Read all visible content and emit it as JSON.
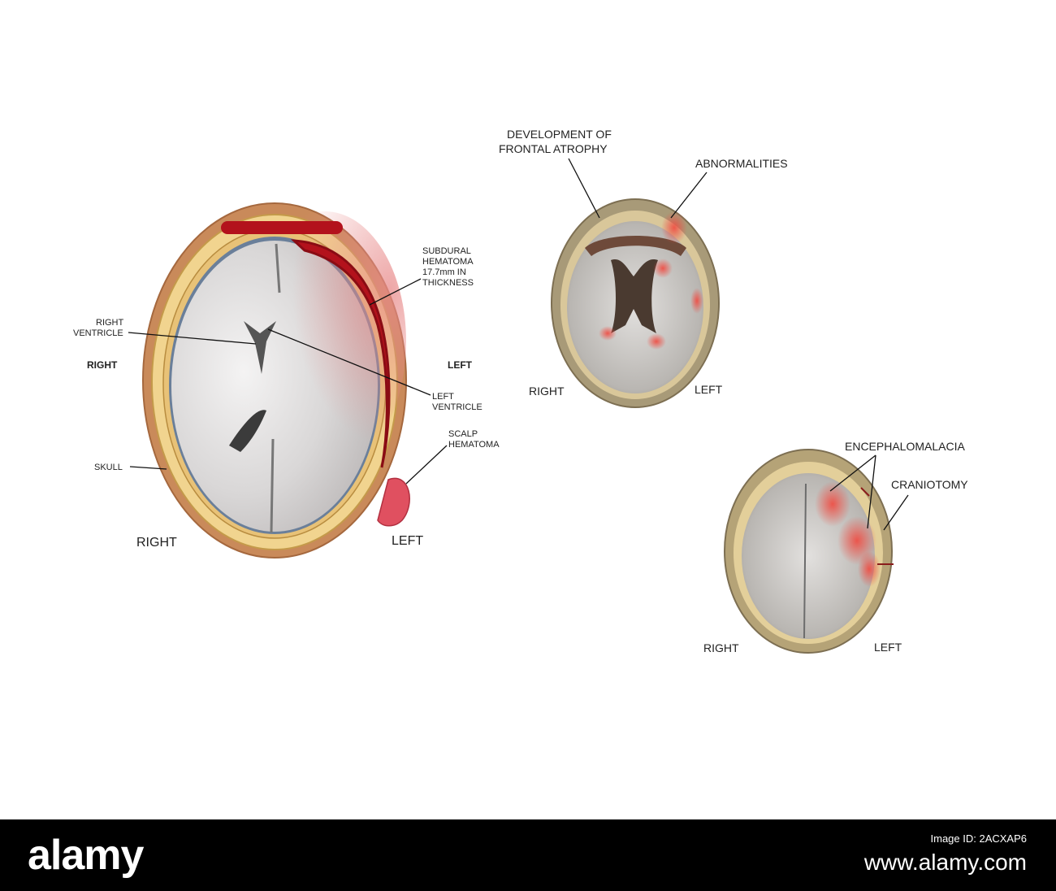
{
  "figure_a": {
    "labels": {
      "subdural_hematoma": [
        "SUBDURAL",
        "HEMATOMA",
        "17.7mm IN",
        "THICKNESS"
      ],
      "right_ventricle": [
        "RIGHT",
        "VENTRICLE"
      ],
      "left_ventricle": [
        "LEFT",
        "VENTRICLE"
      ],
      "scalp_hematoma": [
        "SCALP",
        "HEMATOMA"
      ],
      "skull": "SKULL",
      "side_right_bold": "RIGHT",
      "side_left_bold": "LEFT",
      "bottom_right": "RIGHT",
      "bottom_left": "LEFT"
    }
  },
  "figure_b": {
    "labels": {
      "frontal_atrophy": [
        "DEVELOPMENT OF",
        "FRONTAL ATROPHY"
      ],
      "abnormalities": "ABNORMALITIES",
      "bottom_right": "RIGHT",
      "bottom_left": "LEFT"
    }
  },
  "figure_c": {
    "labels": {
      "encephalomalacia": "ENCEPHALOMALACIA",
      "craniotomy": "CRANIOTOMY",
      "bottom_right": "RIGHT",
      "bottom_left": "LEFT"
    }
  },
  "footer": {
    "logo": "alamy",
    "image_id": "Image ID: 2ACXAP6",
    "url": "www.alamy.com"
  },
  "colors": {
    "hematoma": "#b3121c",
    "skull_bone": "#f1d48f",
    "scalp": "#c98a5a",
    "brain": "#dcdada",
    "abnormal": "#f05a50"
  }
}
